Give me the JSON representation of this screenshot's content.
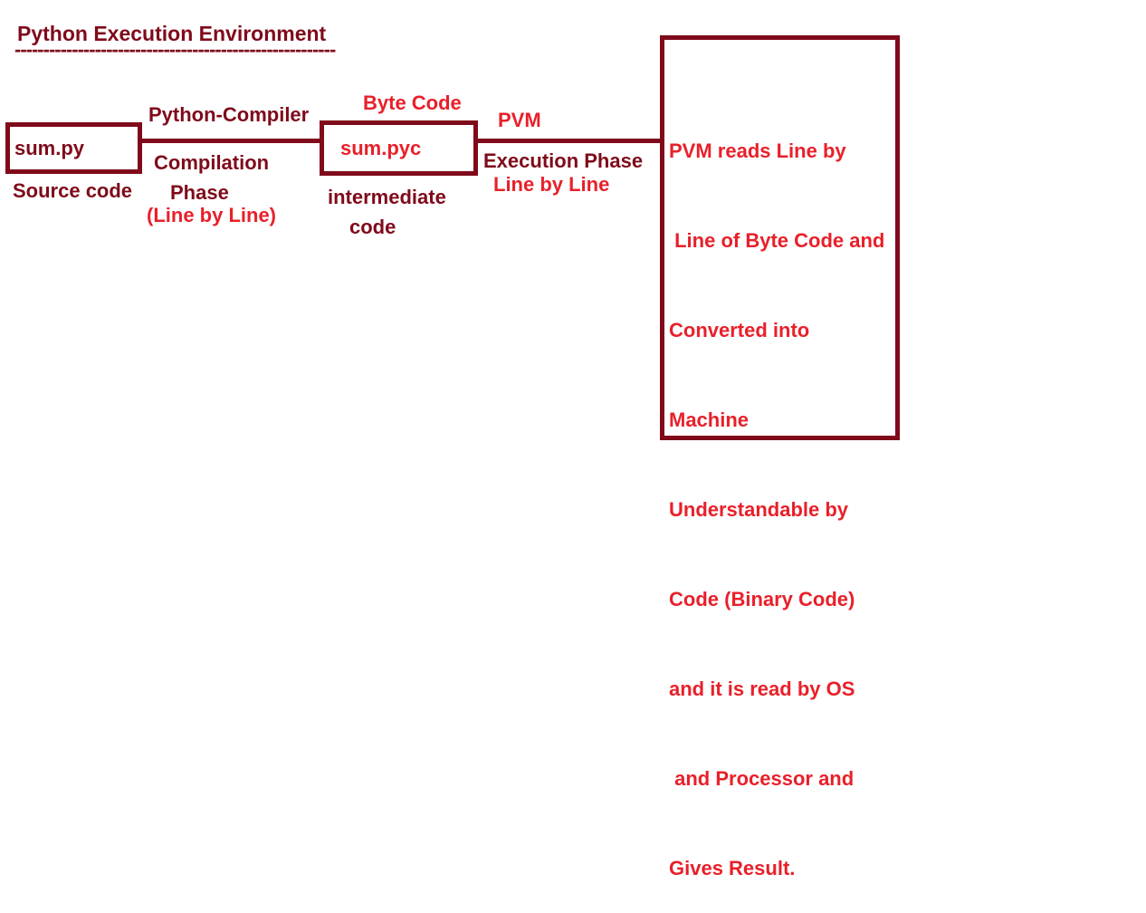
{
  "title": "Python Execution Environment",
  "title_underline": "--------------------------------------------------------",
  "source_box": {
    "filename": "sum.py",
    "caption": "Source code"
  },
  "compiler": {
    "label": "Python-Compiler",
    "phase_line1": "Compilation",
    "phase_line2": "Phase",
    "mode": "(Line by Line)"
  },
  "bytecode_box": {
    "header": "Byte Code",
    "filename": "sum.pyc",
    "caption_line1": "intermediate",
    "caption_line2": "code"
  },
  "pvm": {
    "label": "PVM",
    "phase": "Execution Phase",
    "mode": "Line by Line"
  },
  "note": {
    "lines": [
      "PVM reads Line by",
      " Line of Byte Code and",
      "Converted into",
      "Machine",
      "Understandable by",
      "Code (Binary Code)",
      "and it is read by OS",
      " and Processor and",
      "Gives Result."
    ]
  },
  "colors": {
    "dark": "#7f0a1a",
    "red": "#e8202a",
    "background": "#ffffff"
  }
}
